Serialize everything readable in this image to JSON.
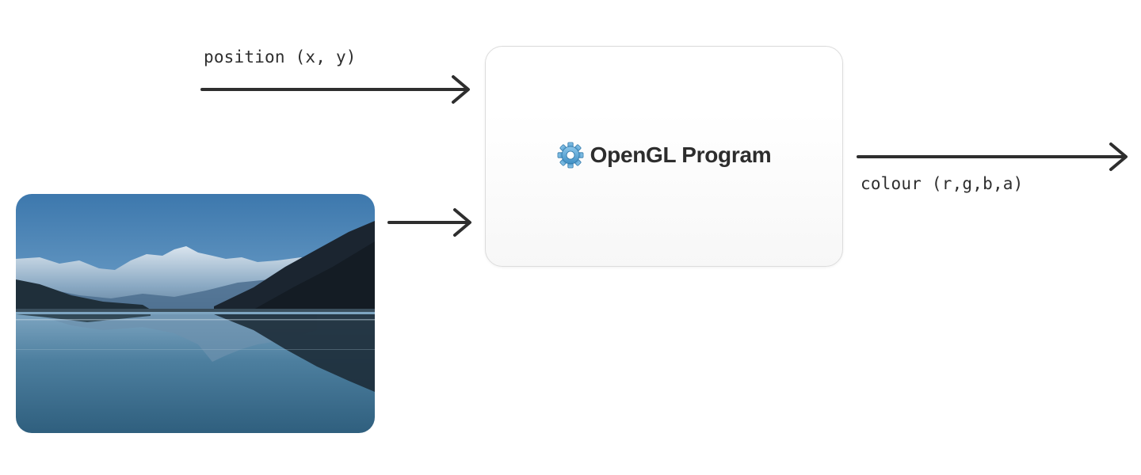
{
  "labels": {
    "position": "position (x, y)",
    "colour": "colour (r,g,b,a)"
  },
  "program": {
    "title": "OpenGL Program",
    "icon": "gear-icon"
  },
  "image": {
    "icon": "mountain-lake-photo"
  },
  "colors": {
    "arrow": "#2e2e2e",
    "box_border": "#dcdcdc",
    "gear": "#5aa9d8",
    "sky_top": "#3f7bb0",
    "water": "#3b6e8e"
  }
}
